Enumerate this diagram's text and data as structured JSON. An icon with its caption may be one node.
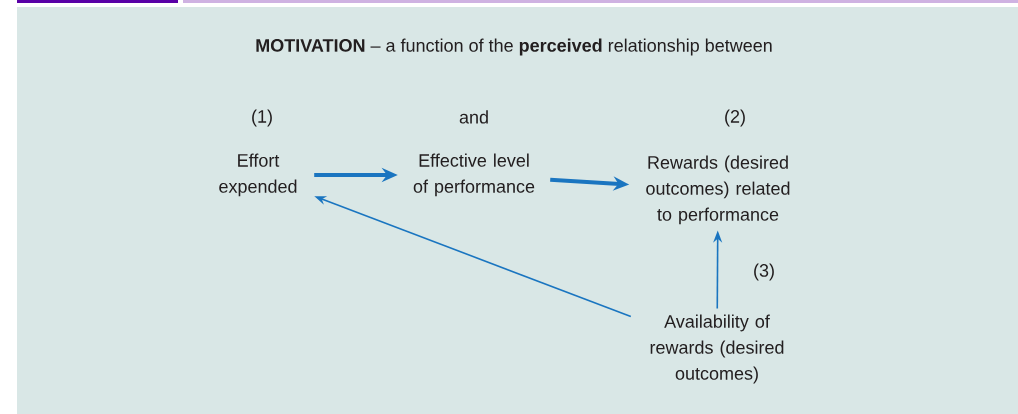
{
  "diagram": {
    "title": "**MOTIVATION** – a function of the **perceived** relationship between",
    "nodes": [
      {
        "text": [
          "Effort expended"
        ],
        "beside": [
          "(1)"
        ]
      },
      {
        "text": [
          "Effective level of performance"
        ]
      },
      {
        "text": [
          "Rewards (desired outcomes) related to performance"
        ],
        "beside": [
          "(2)"
        ]
      },
      {
        "text": [
          "Availability of rewards (desired outcomes)"
        ]
      }
    ],
    "edges": [
      {
        "from": 0,
        "to": 1,
        "arrow": "to",
        "style": "thick"
      },
      {
        "from": 1,
        "to": 2,
        "arrow": "to",
        "style": "thick"
      },
      {
        "from": 3,
        "to": 2,
        "arrow": "to",
        "label": "(3)"
      },
      {
        "from": 3,
        "to": 0,
        "arrow": "to"
      }
    ],
    "labels": [
      "and"
    ]
  }
}
